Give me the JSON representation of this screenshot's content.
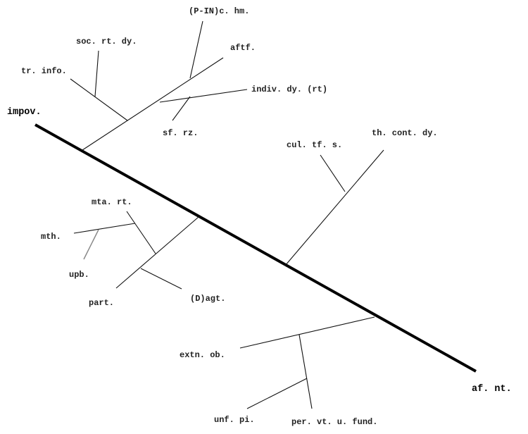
{
  "diagram": {
    "type": "fishbone-tree",
    "root_start": "impov.",
    "root_end": "af. nt.",
    "labels": {
      "impov": "impov.",
      "af_nt": "af. nt.",
      "p_in_c_hm": "(P-IN)c. hm.",
      "soc_rt_dy": "soc. rt. dy.",
      "aftf": "aftf.",
      "tr_info": "tr. info.",
      "indiv_dy_rt": "indiv. dy. (rt)",
      "sf_rz": "sf. rz.",
      "cul_tf_s": "cul. tf. s.",
      "th_cont_dy": "th. cont. dy.",
      "mta_rt": "mta. rt.",
      "mth": "mth.",
      "upb": "upb.",
      "part": "part.",
      "d_agt": "(D)agt.",
      "extn_ob": "extn. ob.",
      "unf_pi": "unf. pi.",
      "per_vt_u_fund": "per. vt. u. fund."
    }
  }
}
